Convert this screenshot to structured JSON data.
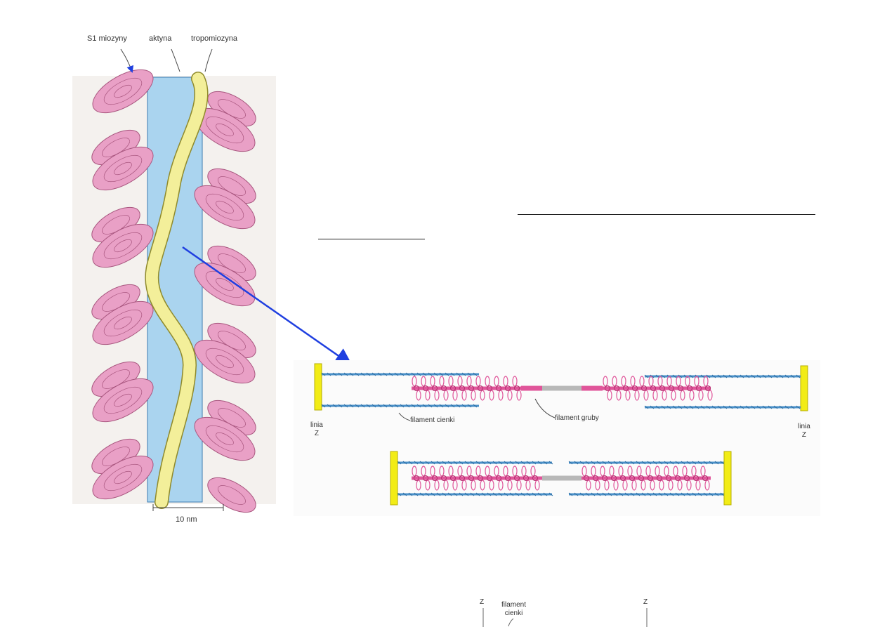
{
  "colors": {
    "myosin": "#e9a0c6",
    "myosin_outline": "#a8557e",
    "actin": "#aad4ef",
    "actin_outline": "#3a7ab0",
    "tropomyosin": "#f3ef9a",
    "tropomyosin_outline": "#8f8a2c",
    "z_line": "#f2ec16",
    "thin_filament": "#4a90c8",
    "thick_filament": "#e0559a",
    "m_band": "#c8c8c8",
    "arrow": "#1f3fe0"
  },
  "helix_diagram": {
    "labels": {
      "s1_myosin": "S1 miozyny",
      "actin": "aktyna",
      "tropomyosin": "tropomiozyna"
    },
    "scale_bar_label": "10 nm"
  },
  "sarcomere_diagram": {
    "relaxed": {
      "z_line_left": "linia\nZ",
      "z_line_right": "linia\nZ",
      "thin_filament_label": "filament cienki",
      "thick_filament_label": "filament gruby"
    }
  },
  "bottom_figure": {
    "z_left": "Z",
    "z_right": "Z",
    "thin_filament_label": "filament\ncienki"
  }
}
